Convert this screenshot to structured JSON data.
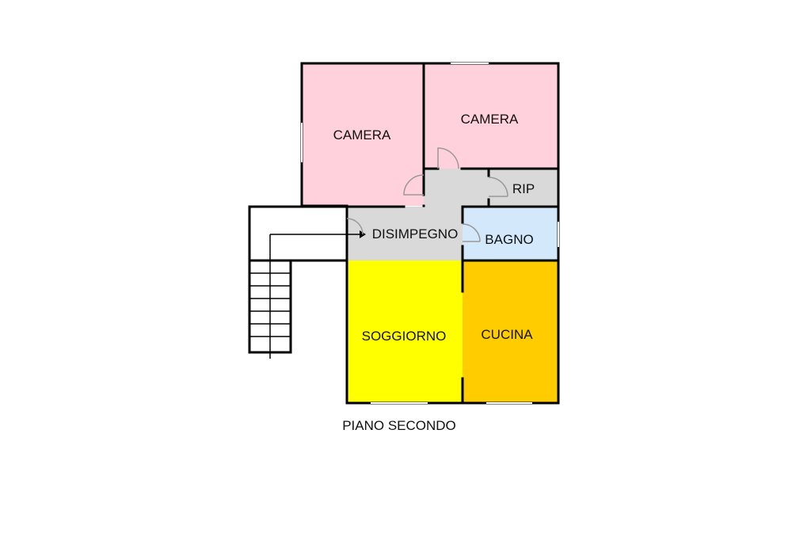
{
  "plan": {
    "caption": "PIANO SECONDO",
    "rooms": {
      "camera_left": {
        "label": "CAMERA",
        "color": "#ffd1dc"
      },
      "camera_right": {
        "label": "CAMERA",
        "color": "#ffd1dc"
      },
      "ripostiglio": {
        "label": "RIP",
        "color": "#d9d9d9"
      },
      "disimpegno": {
        "label": "DISIMPEGNO",
        "color": "#d9d9d9"
      },
      "bagno": {
        "label": "BAGNO",
        "color": "#d4e8fb"
      },
      "soggiorno": {
        "label": "SOGGIORNO",
        "color": "#ffff00"
      },
      "cucina": {
        "label": "CUCINA",
        "color": "#ffcc00"
      }
    },
    "wall_color": "#000000",
    "door_color": "#999999"
  }
}
